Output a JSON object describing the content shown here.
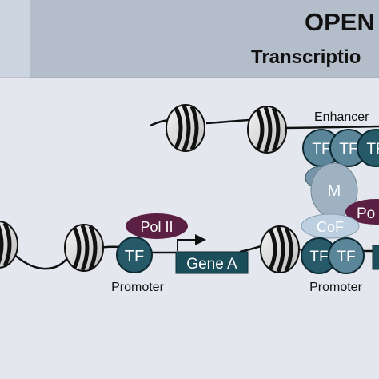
{
  "header": {
    "title": "OPEN",
    "subtitle": "Transcriptio"
  },
  "labels": {
    "enhancer": "Enhancer",
    "promoter_left": "Promoter",
    "promoter_right": "Promoter",
    "gene": "Gene A"
  },
  "proteins": {
    "pol2_left": "Pol II",
    "pol2_right": "Po",
    "tf": "TF",
    "mediator": "M",
    "cofactor": "CoF"
  },
  "colors": {
    "background": "#e4e7ee",
    "header_bg": "#b4bdca",
    "header_left": "#ccd5df",
    "tf_dark": "#265a69",
    "tf_mid": "#5b8699",
    "tf_light": "#7796a9",
    "mediator": "#9eb2c2",
    "cofactor": "#bdd0e1",
    "pol2": "#5a1f42",
    "gene_box": "#1c4d5a"
  }
}
